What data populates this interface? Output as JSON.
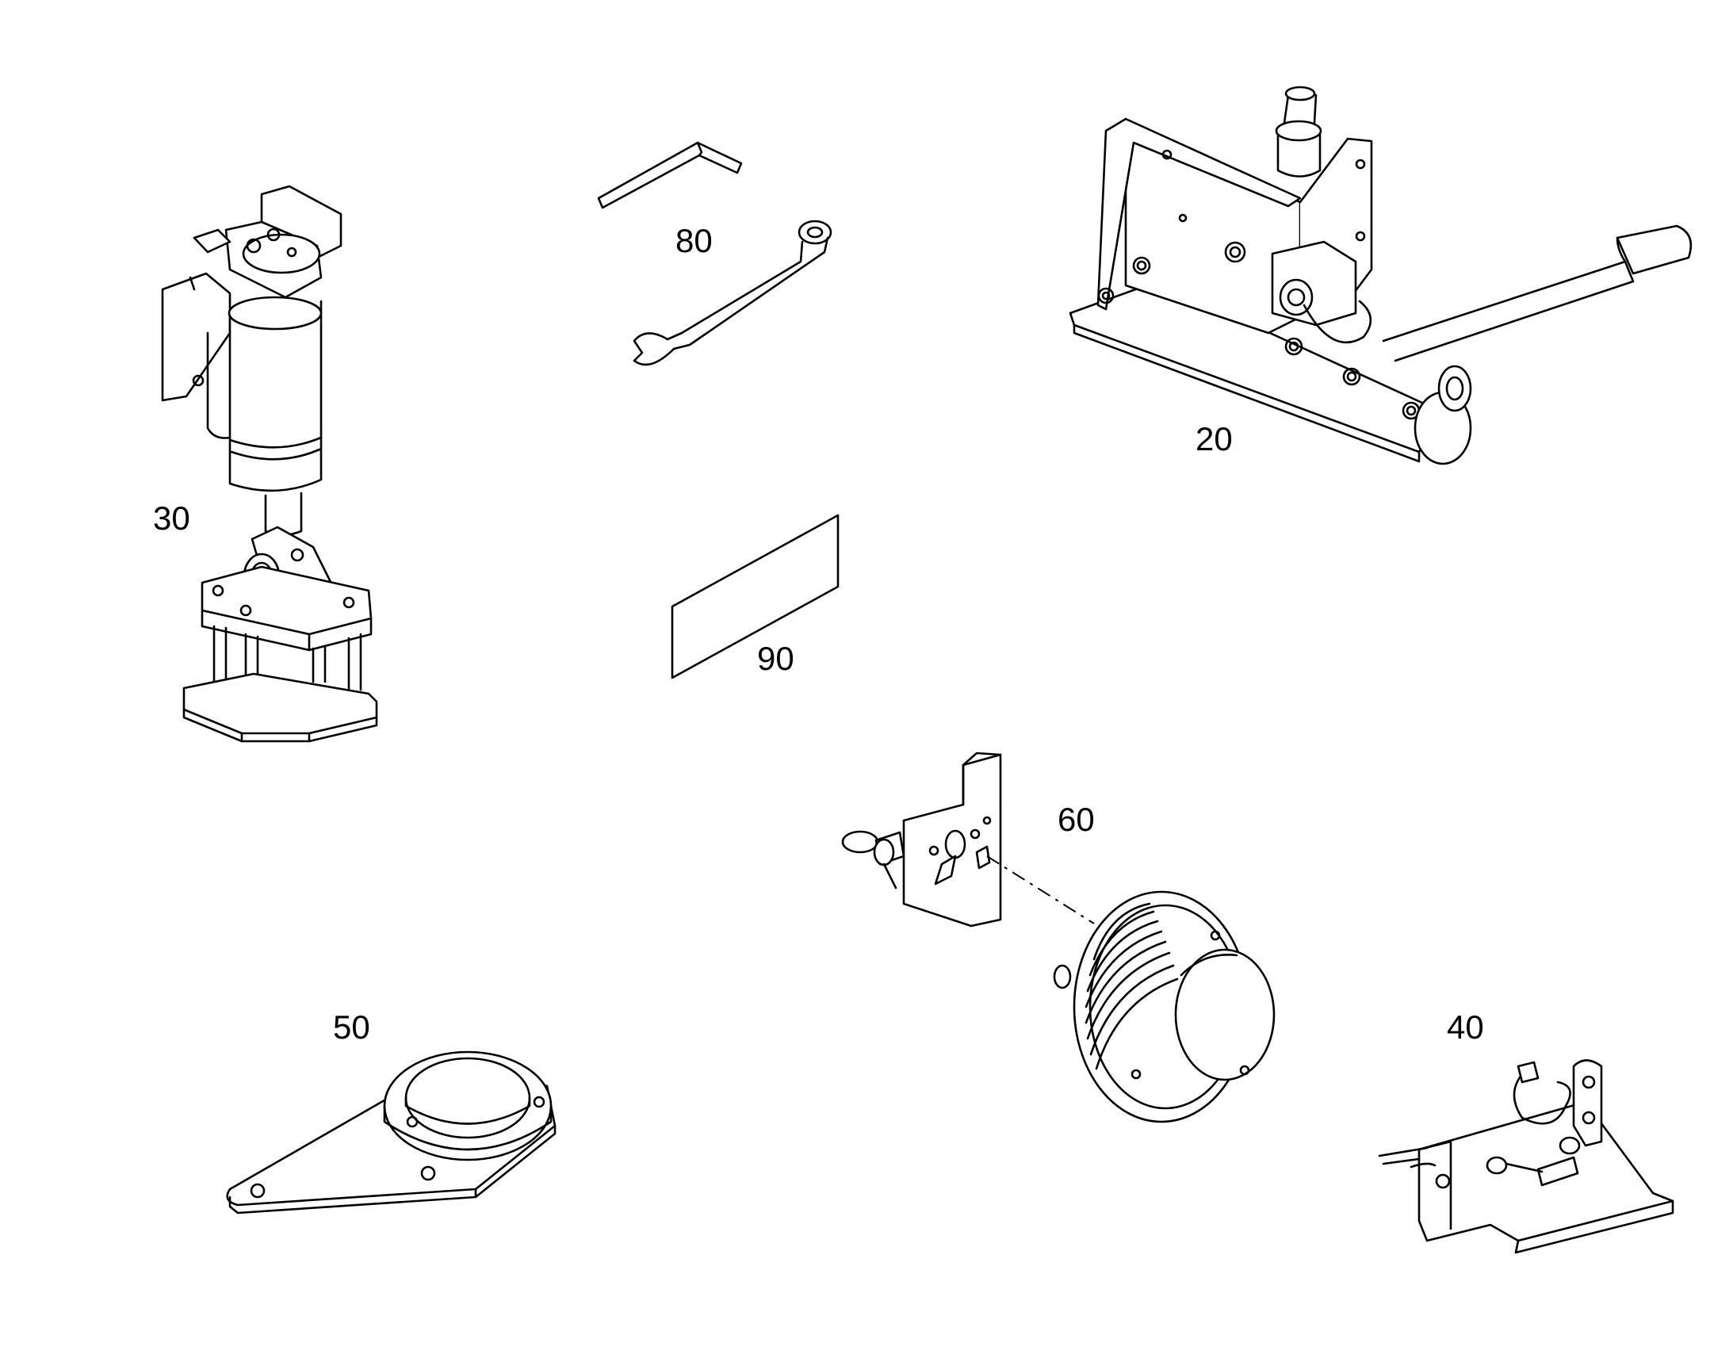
{
  "diagram": {
    "background": "#ffffff",
    "line_color": "#000000",
    "callouts": [
      {
        "id": "20",
        "text": "20"
      },
      {
        "id": "30",
        "text": "30"
      },
      {
        "id": "40",
        "text": "40"
      },
      {
        "id": "50",
        "text": "50"
      },
      {
        "id": "60",
        "text": "60"
      },
      {
        "id": "80",
        "text": "80"
      },
      {
        "id": "90",
        "text": "90"
      }
    ]
  }
}
